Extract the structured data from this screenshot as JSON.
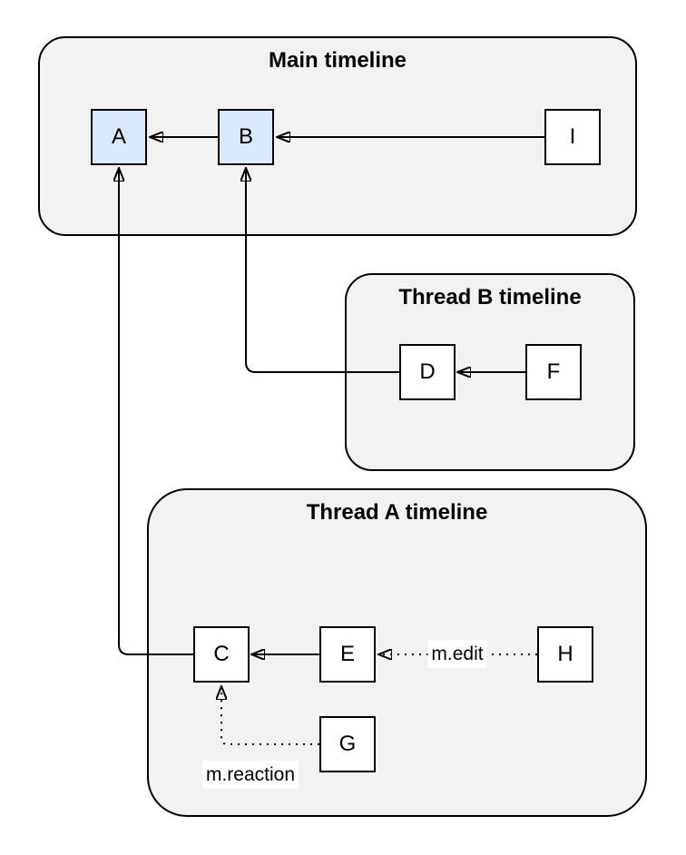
{
  "diagram": {
    "containers": {
      "main": {
        "title": "Main timeline"
      },
      "thread_b": {
        "title": "Thread B timeline"
      },
      "thread_a": {
        "title": "Thread A timeline"
      }
    },
    "nodes": {
      "a": {
        "label": "A",
        "highlighted": true,
        "container": "main"
      },
      "b": {
        "label": "B",
        "highlighted": true,
        "container": "main"
      },
      "i": {
        "label": "I",
        "highlighted": false,
        "container": "main"
      },
      "d": {
        "label": "D",
        "highlighted": false,
        "container": "thread_b"
      },
      "f": {
        "label": "F",
        "highlighted": false,
        "container": "thread_b"
      },
      "c": {
        "label": "C",
        "highlighted": false,
        "container": "thread_a"
      },
      "e": {
        "label": "E",
        "highlighted": false,
        "container": "thread_a"
      },
      "h": {
        "label": "H",
        "highlighted": false,
        "container": "thread_a"
      },
      "g": {
        "label": "G",
        "highlighted": false,
        "container": "thread_a"
      }
    },
    "edges": [
      {
        "from": "B",
        "to": "A",
        "style": "solid",
        "label": ""
      },
      {
        "from": "I",
        "to": "B",
        "style": "solid",
        "label": ""
      },
      {
        "from": "F",
        "to": "D",
        "style": "solid",
        "label": ""
      },
      {
        "from": "D",
        "to": "B",
        "style": "solid",
        "label": ""
      },
      {
        "from": "C",
        "to": "A",
        "style": "solid",
        "label": ""
      },
      {
        "from": "E",
        "to": "C",
        "style": "solid",
        "label": ""
      },
      {
        "from": "H",
        "to": "E",
        "style": "dotted",
        "label": "m.edit"
      },
      {
        "from": "G",
        "to": "C",
        "style": "dotted",
        "label": "m.reaction"
      }
    ]
  },
  "colors": {
    "canvas_bg": "#ffffff",
    "container_fill": "#f2f2f2",
    "container_stroke": "#000000",
    "node_fill": "#ffffff",
    "node_stroke": "#000000",
    "highlight_fill": "#dae8fc",
    "edge_stroke": "#000000",
    "label_bg": "#ffffff",
    "text": "#000000"
  }
}
